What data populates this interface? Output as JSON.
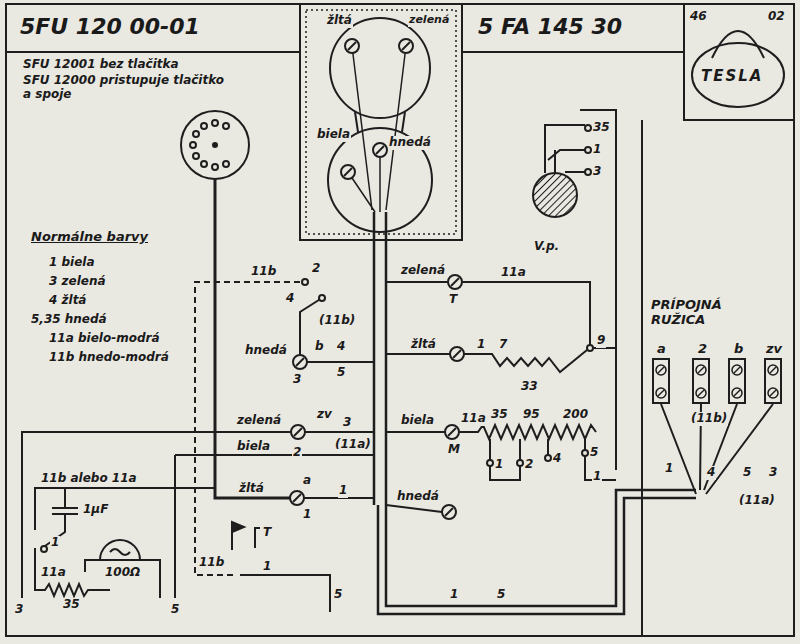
{
  "diagram": {
    "nodes": [
      {
        "text": [
          "5FU 120 00-01"
        ]
      },
      {
        "text": [
          "5 FA 145 30"
        ]
      },
      {
        "text": [
          "46",
          "02",
          "TESLA"
        ]
      },
      {
        "text": [
          "a"
        ]
      },
      {
        "text": [
          "2"
        ]
      },
      {
        "text": [
          "b"
        ]
      },
      {
        "text": [
          "zv"
        ]
      }
    ],
    "labels": [
      "SFU 12001 bez tlačitka",
      "SFU 12000 pristupuje tlačitko a spoje",
      "Normálne barvy",
      "1 biela",
      "3 zelená",
      "4 žltá",
      "5,35 hnedá",
      "11a bielo-modrá",
      "11b hnedo-modrá",
      "žltá",
      "zelená",
      "biela",
      "hnedá",
      "V.p.",
      "35",
      "1",
      "3",
      "11b",
      "2",
      "4",
      "(11b)",
      "zelená",
      "T",
      "11a",
      "hnedá",
      "b",
      "4",
      "3",
      "5",
      "žltá",
      "1",
      "7",
      "9",
      "33",
      "zelená",
      "zv",
      "3",
      "2",
      "(11a)",
      "biela",
      "biela",
      "11a",
      "M",
      "35",
      "95",
      "200",
      "1",
      "2",
      "4",
      "5",
      "1",
      "11b alebo 11a",
      "1µF",
      "1",
      "100Ω",
      "11a",
      "35",
      "3",
      "5",
      "žltá",
      "a",
      "1",
      "1",
      "hnedá",
      "T",
      "11b",
      "1",
      "5",
      "1",
      "5",
      "PRÍPOJNÁ RUŽICA",
      "(11b)",
      "1",
      "4",
      "5",
      "3",
      "(11a)"
    ]
  }
}
